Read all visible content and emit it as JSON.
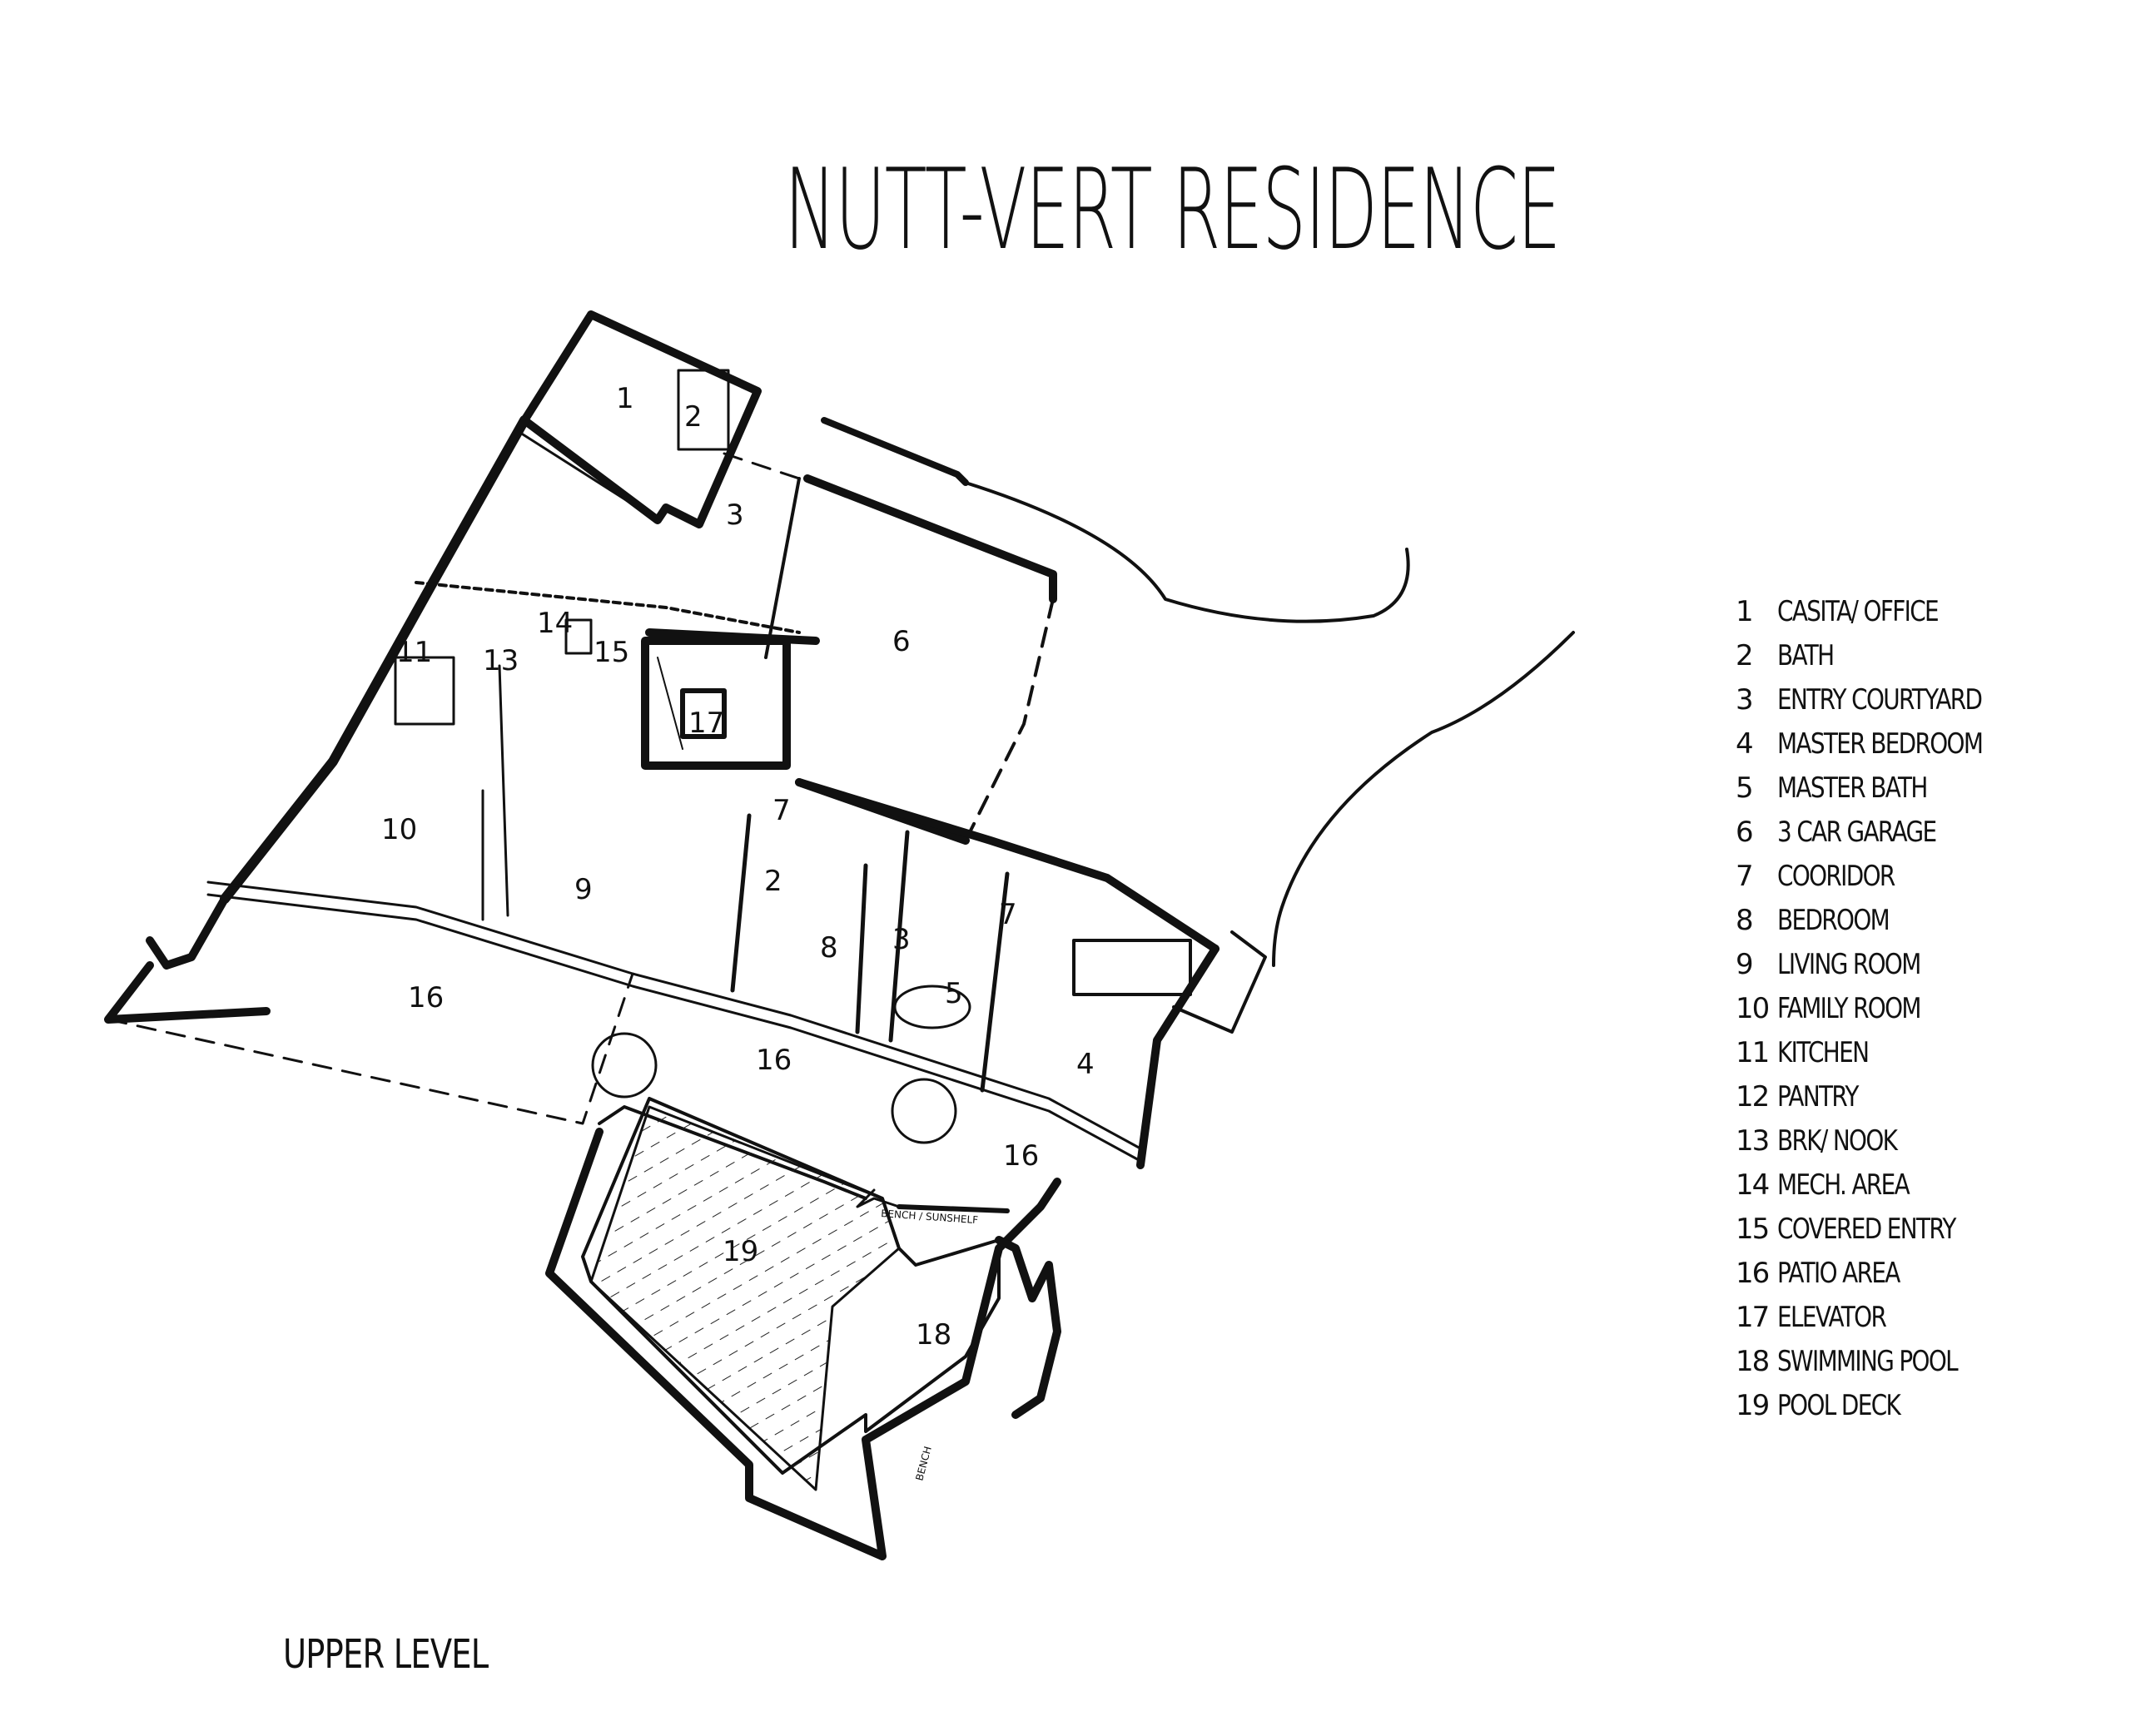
{
  "title": "NUTT-VERT RESIDENCE",
  "level_label": "UPPER LEVEL",
  "legend": [
    {
      "num": "1",
      "label": "CASITA/ OFFICE"
    },
    {
      "num": "2",
      "label": "BATH"
    },
    {
      "num": "3",
      "label": "ENTRY COURTYARD"
    },
    {
      "num": "4",
      "label": "MASTER BEDROOM"
    },
    {
      "num": "5",
      "label": "MASTER BATH"
    },
    {
      "num": "6",
      "label": "3 CAR GARAGE"
    },
    {
      "num": "7",
      "label": "COORIDOR"
    },
    {
      "num": "8",
      "label": "BEDROOM"
    },
    {
      "num": "9",
      "label": "LIVING ROOM"
    },
    {
      "num": "10",
      "label": "FAMILY ROOM"
    },
    {
      "num": "11",
      "label": "KITCHEN"
    },
    {
      "num": "12",
      "label": "PANTRY"
    },
    {
      "num": "13",
      "label": "BRK/ NOOK"
    },
    {
      "num": "14",
      "label": "MECH. AREA"
    },
    {
      "num": "15",
      "label": "COVERED ENTRY"
    },
    {
      "num": "16",
      "label": "PATIO AREA"
    },
    {
      "num": "17",
      "label": "ELEVATOR"
    },
    {
      "num": "18",
      "label": "SWIMMING POOL"
    },
    {
      "num": "19",
      "label": "POOL DECK"
    }
  ],
  "plan_labels": {
    "r1": "1",
    "r2": "2",
    "r3": "3",
    "r6": "6",
    "r11": "11",
    "r13": "13",
    "r14": "14",
    "r15": "15",
    "r17": "17",
    "r10": "10",
    "r9": "9",
    "r7a": "7",
    "r7b": "7",
    "r8": "8",
    "r12": "2",
    "r5": "5",
    "r13b": "3",
    "r4": "4",
    "r16a": "16",
    "r16b": "16",
    "r16c": "16",
    "r19": "19",
    "r18": "18",
    "bench_sunshelf": "BENCH / SUNSHELF",
    "bench": "BENCH"
  }
}
